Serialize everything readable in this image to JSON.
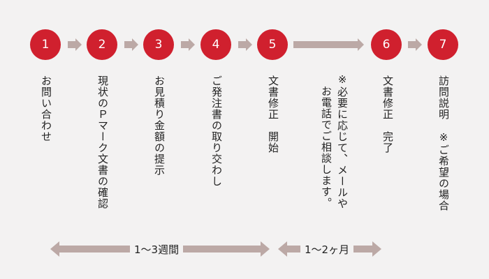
{
  "steps": [
    {
      "num": "1",
      "label": "お問い合わせ"
    },
    {
      "num": "2",
      "label": "現状のＰマーク文書の確認"
    },
    {
      "num": "3",
      "label": "お見積り金額の提示"
    },
    {
      "num": "4",
      "label": "ご発注書の取り交わし"
    },
    {
      "num": "5",
      "label": "文書修正　開始"
    },
    {
      "num": "6",
      "label": "文書修正　完了"
    },
    {
      "num": "7",
      "label": "訪問説明　※ご希望の場合"
    }
  ],
  "note": {
    "line1": "※必要に応じて、メールや",
    "line2": "お電話でご相談します。"
  },
  "durations": {
    "first": "1〜3週間",
    "second": "1〜2ヶ月"
  },
  "colors": {
    "circle": "#d0202e",
    "arrow": "#bca9a6",
    "background": "#f3f2f2"
  }
}
